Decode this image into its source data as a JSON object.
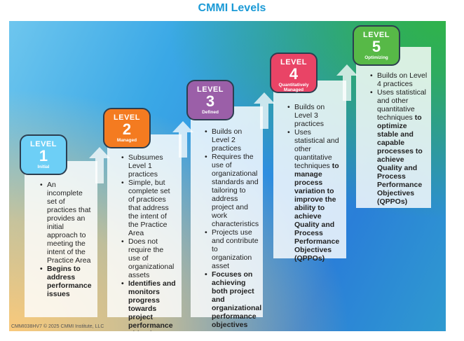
{
  "title": "CMMI Levels",
  "footer": "CMMI038HV7 © 2025 CMMI Institute, LLC",
  "levels": [
    {
      "level_label": "LEVEL",
      "number": "1",
      "name": "Initial",
      "color": "#6dcff6",
      "bullets": [
        {
          "text": "An incomplete set of practices that provides an initial approach to meeting the intent of the Practice Area",
          "bold": false
        },
        {
          "text": "Begins to address performance issues",
          "bold": true
        }
      ]
    },
    {
      "level_label": "LEVEL",
      "number": "2",
      "name": "Managed",
      "color": "#f47b20",
      "bullets": [
        {
          "text": "Subsumes Level 1 practices",
          "bold": false
        },
        {
          "text": "Simple, but complete set of practices that address the intent of the Practice Area",
          "bold": false
        },
        {
          "text": "Does not require the use of organizational assets",
          "bold": false
        },
        {
          "text": "Identifies and monitors progress towards project performance objectives",
          "bold": true
        }
      ]
    },
    {
      "level_label": "LEVEL",
      "number": "3",
      "name": "Defined",
      "color": "#9b5fa8",
      "bullets": [
        {
          "text": "Builds on Level 2 practices",
          "bold": false
        },
        {
          "text": "Requires the use of organizational standards and tailoring to address project and work characteristics",
          "bold": false
        },
        {
          "text": "Projects use and contribute to organization asset",
          "bold": false
        },
        {
          "text": "Focuses on achieving both project and organizational performance objectives",
          "bold": true
        }
      ]
    },
    {
      "level_label": "LEVEL",
      "number": "4",
      "name": "Quantitatively Managed",
      "color": "#e94466",
      "bullets": [
        {
          "text": "Builds on Level 3 practices",
          "bold": false
        },
        {
          "text": "Uses statistical and other quantitative techniques",
          "bold_tail": "to manage process variation to improve the ability to achieve Quality and Process Performance Objectives (QPPOs)"
        }
      ]
    },
    {
      "level_label": "LEVEL",
      "number": "5",
      "name": "Optimizing",
      "color": "#57b947",
      "bullets": [
        {
          "text": "Builds on Level 4 practices",
          "bold": false
        },
        {
          "text": "Uses statistical and other quantitative techniques",
          "bold_tail": "to optimize stable and capable processes to achieve Quality and Process Performance Objectives (QPPOs)"
        }
      ]
    }
  ]
}
